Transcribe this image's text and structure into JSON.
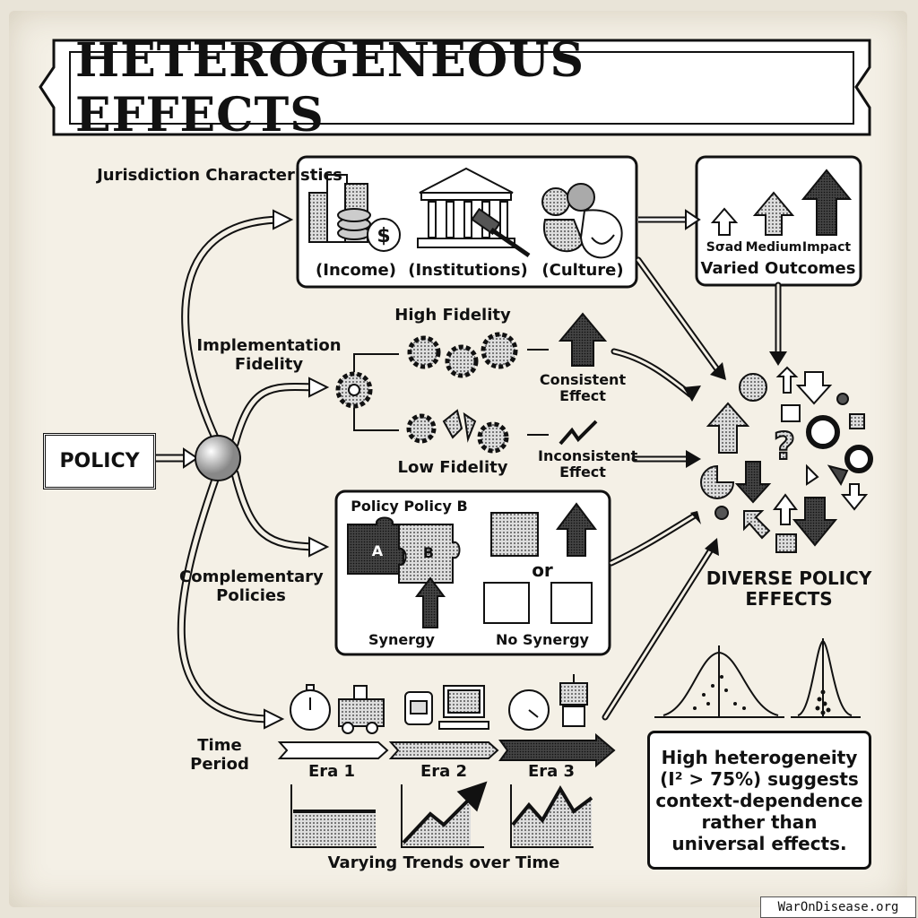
{
  "title": "HETEROGENEOUS EFFECTS",
  "policy_label": "POLICY",
  "jurisdiction": {
    "label": "Jurisdiction Characteristics",
    "items": [
      "(Income)",
      "(Institutions)",
      "(Culture)"
    ]
  },
  "outcomes": {
    "sizes": [
      "Sσad",
      "Medium",
      "Impact"
    ],
    "caption": "Varied Outcomes"
  },
  "fidelity": {
    "label": "Implementation Fidelity",
    "high": "High Fidelity",
    "low": "Low Fidelity",
    "consistent": "Consistent Effect",
    "inconsistent": "Inconsistent Effect"
  },
  "complementary": {
    "label": "Complementary Policies",
    "policy_a": "Policy",
    "policy_b": "Policy B",
    "piece_a": "A",
    "piece_b": "B",
    "or": "or",
    "synergy": "Synergy",
    "no_synergy": "No Synergy"
  },
  "time": {
    "label": "Time Period",
    "eras": [
      "Era 1",
      "Era 2",
      "Era 3"
    ],
    "caption": "Varying Trends over Time"
  },
  "diverse": "DIVERSE POLICY EFFECTS",
  "note": [
    "High heterogeneity",
    "(I² > 75%) suggests",
    "context-dependence",
    "rather than",
    "universal effects."
  ],
  "watermark": "WarOnDisease.org"
}
